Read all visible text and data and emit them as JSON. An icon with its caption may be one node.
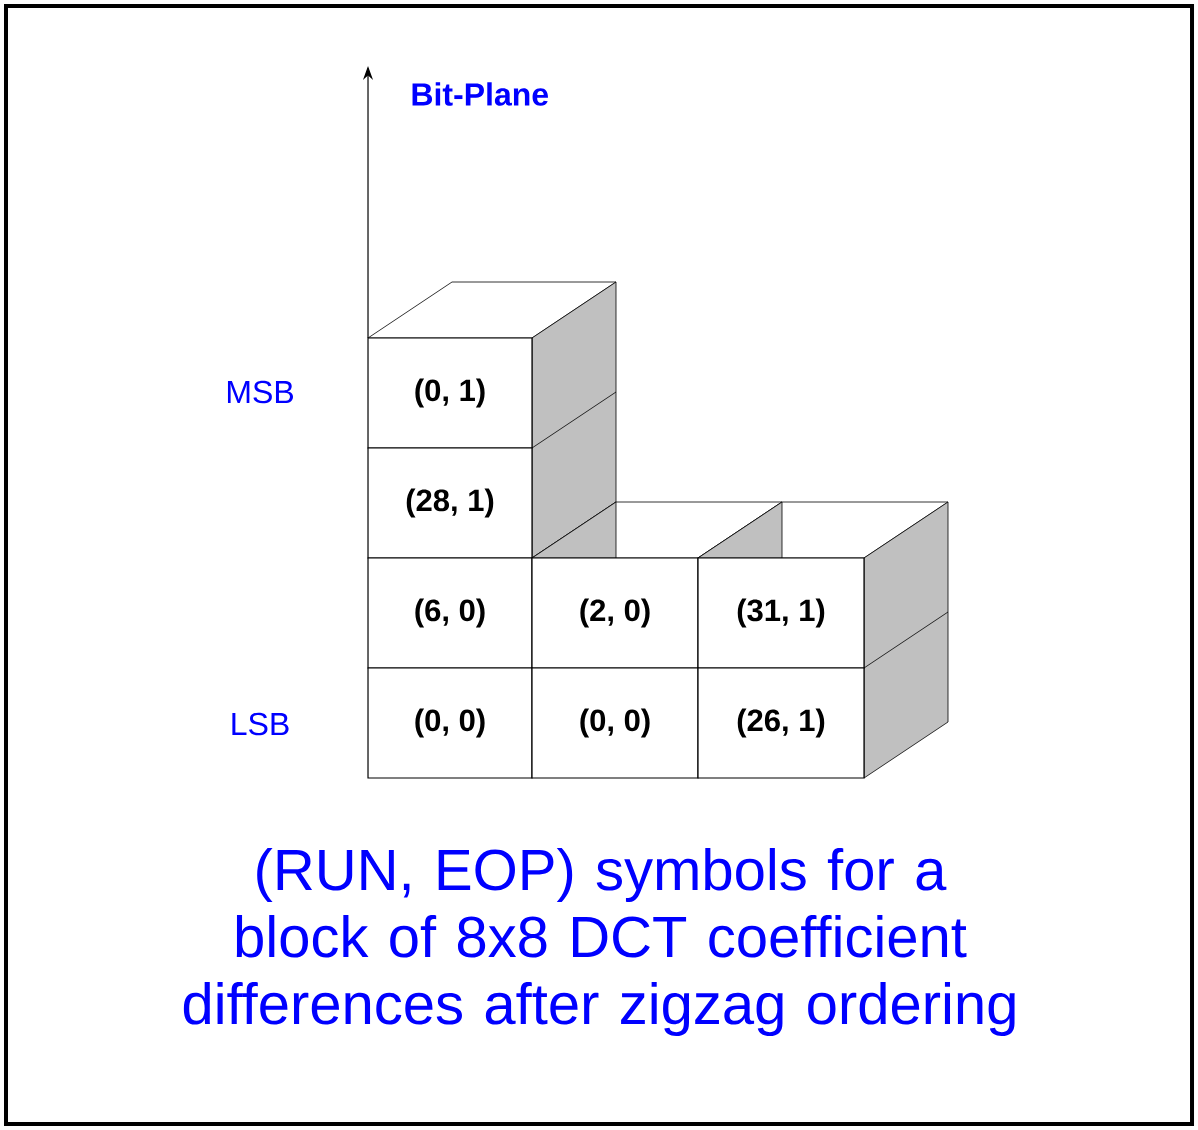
{
  "diagram": {
    "caption": "(RUN, EOP) symbols for a block of 8x8 DCT coefficient differences after zigzag ordering",
    "nodes": [
      {
        "text": [
          "(0, 1)"
        ]
      },
      {
        "text": [
          "(28, 1)"
        ]
      },
      {
        "text": [
          "(6, 0)"
        ]
      },
      {
        "text": [
          "(2, 0)"
        ]
      },
      {
        "text": [
          "(31, 1)"
        ]
      },
      {
        "text": [
          "(0, 0)"
        ]
      },
      {
        "text": [
          "(0, 0)"
        ]
      },
      {
        "text": [
          "(26, 1)"
        ]
      }
    ],
    "labels": [
      "Bit-Plane",
      "MSB",
      "LSB"
    ]
  }
}
